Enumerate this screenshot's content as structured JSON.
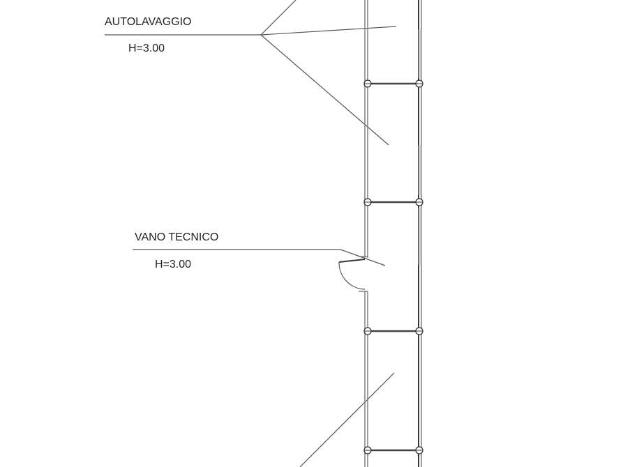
{
  "labels": {
    "autolavaggio": {
      "name": "AUTOLAVAGGIO",
      "height": "H=3.00"
    },
    "vano_tecnico": {
      "name": "VANO TECNICO",
      "height": "H=3.00"
    }
  },
  "colors": {
    "background": "#ffffff",
    "lines": "#333333",
    "window_glazing": "#c8c8c8"
  }
}
